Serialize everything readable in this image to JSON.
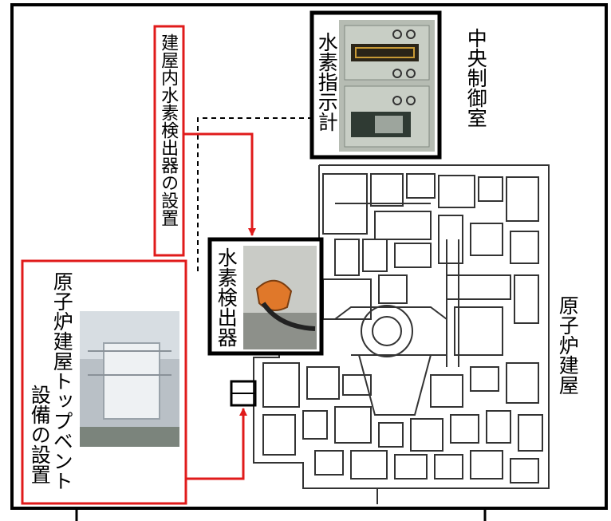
{
  "labels": {
    "hydrogen_indicator": "水素指示計",
    "central_control_room": "中央制御室",
    "building_detector_install": "建屋内水素検出器の設置",
    "hydrogen_detector": "水素検出器",
    "reactor_building": "原子炉建屋",
    "top_vent_line1": "原子炉建屋トップベント",
    "top_vent_line2": "設備の設置"
  },
  "colors": {
    "red": "#e01b1b",
    "black": "#000000",
    "plan_line": "#333333"
  }
}
